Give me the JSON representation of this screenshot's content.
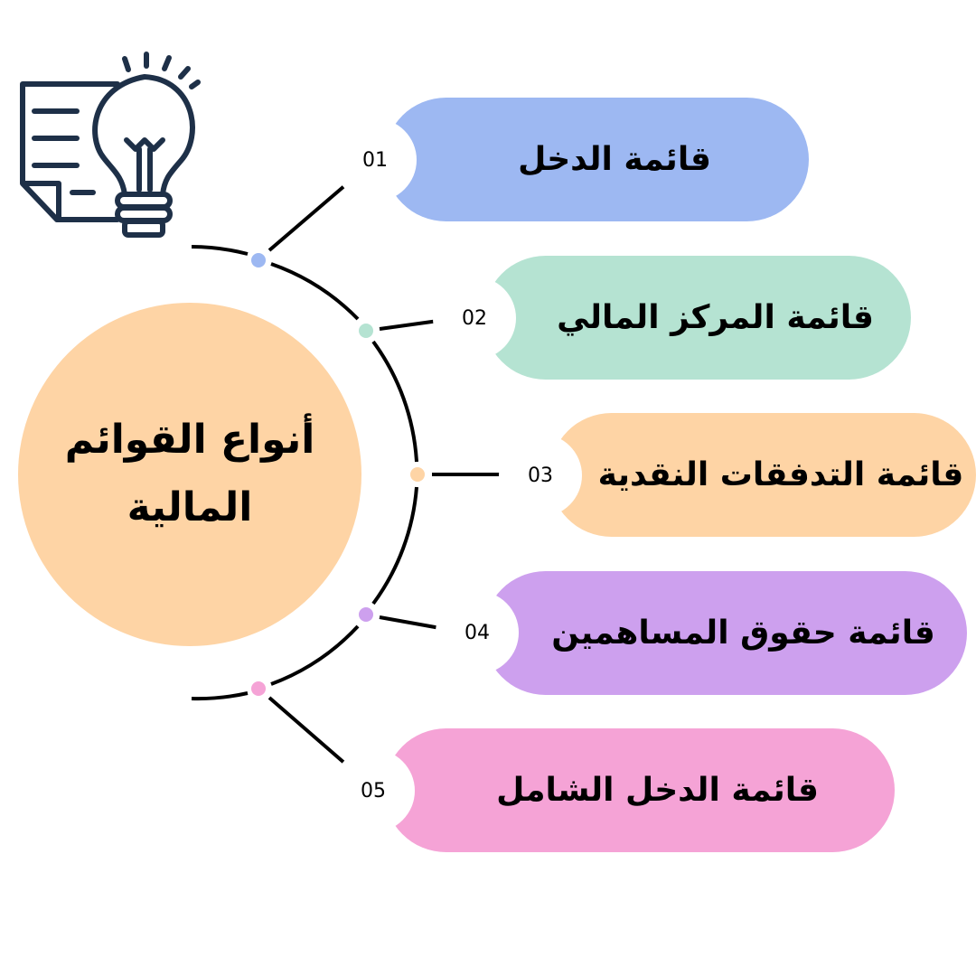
{
  "title": "أنواع القوائم المالية",
  "colors": {
    "icon": "#1e3048",
    "line": "#000000"
  },
  "items": [
    {
      "number": "01",
      "label": "قائمة الدخل",
      "color": "#9db8f2"
    },
    {
      "number": "02",
      "label": "قائمة المركز المالي",
      "color": "#b5e3d2"
    },
    {
      "number": "03",
      "label": "قائمة التدفقات النقدية",
      "color": "#fed4a5"
    },
    {
      "number": "04",
      "label": "قائمة حقوق المساهمين",
      "color": "#cda0ee"
    },
    {
      "number": "05",
      "label": "قائمة الدخل الشامل",
      "color": "#f5a3d6"
    }
  ]
}
